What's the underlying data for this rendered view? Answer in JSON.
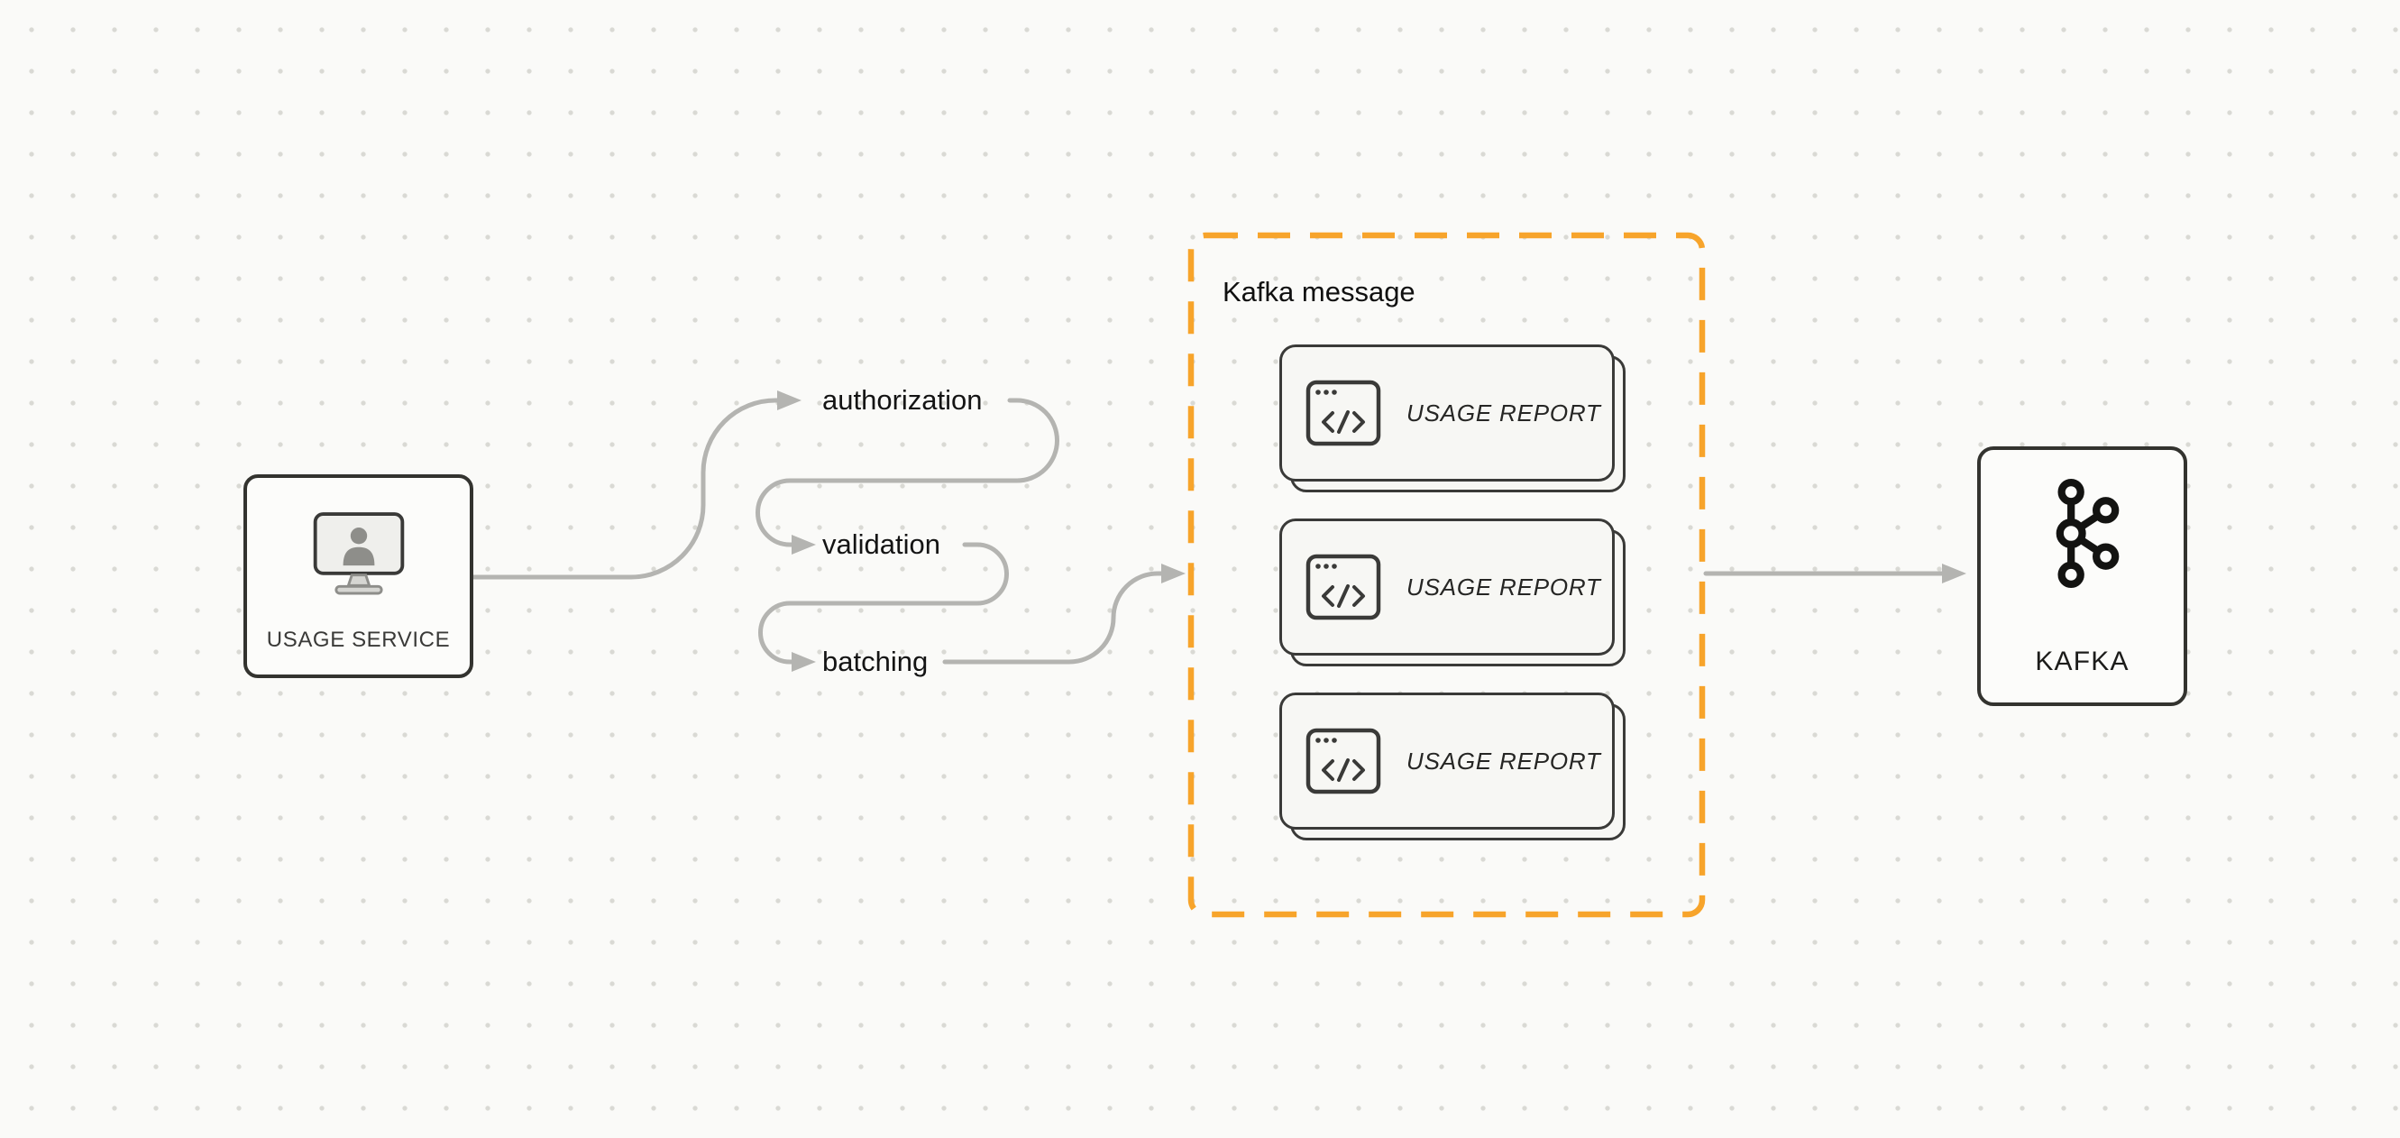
{
  "usage_service": {
    "label": "USAGE SERVICE",
    "icon": "user-monitor-icon"
  },
  "pipeline_steps": [
    {
      "label": "authorization"
    },
    {
      "label": "validation"
    },
    {
      "label": "batching"
    }
  ],
  "kafka_message_group": {
    "title": "Kafka message",
    "border_color": "#F7A42B",
    "cards": [
      {
        "label": "USAGE REPORT",
        "icon": "code-window-icon"
      },
      {
        "label": "USAGE REPORT",
        "icon": "code-window-icon"
      },
      {
        "label": "USAGE REPORT",
        "icon": "code-window-icon"
      }
    ]
  },
  "kafka": {
    "label": "KAFKA",
    "icon": "kafka-logo-icon"
  },
  "colors": {
    "accent_orange": "#F7A42B",
    "arrow_gray": "#b4b4b1",
    "node_border": "#33332f",
    "canvas_bg": "#fafaf8",
    "dot_grid": "#d9d9d4"
  }
}
